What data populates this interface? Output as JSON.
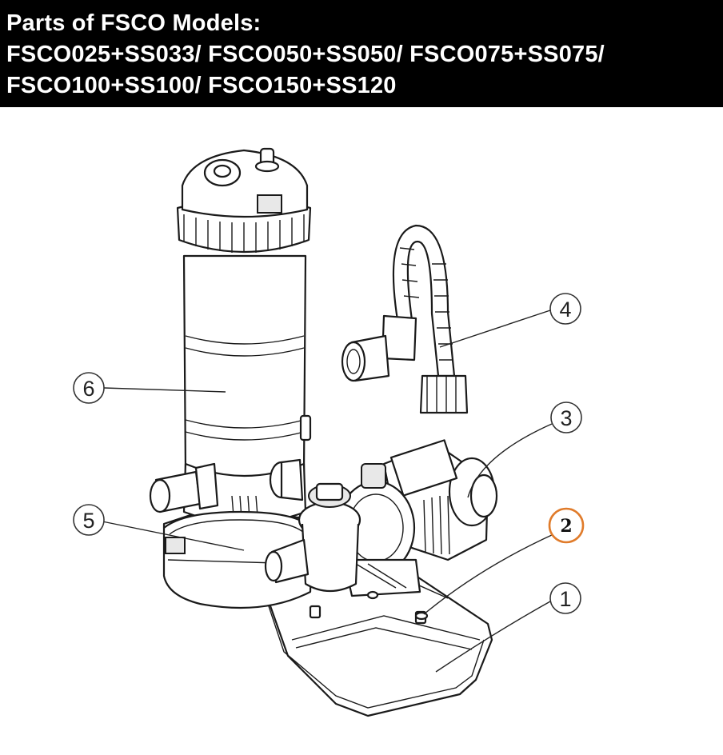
{
  "header": {
    "lines": [
      "Parts of FSCO Models:",
      "FSCO025+SS033/ FSCO050+SS050/ FSCO075+SS075/",
      "FSCO100+SS100/ FSCO150+SS120"
    ]
  },
  "callouts": {
    "c1": "1",
    "c2": "2",
    "c3": "3",
    "c4": "4",
    "c5": "5",
    "c6": "6"
  }
}
